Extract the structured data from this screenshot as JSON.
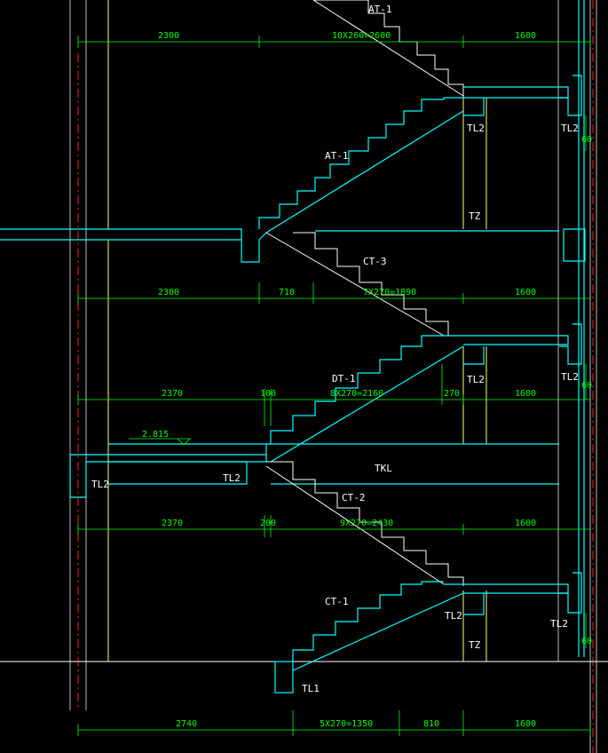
{
  "drawing": {
    "labels": {
      "at1_top": "AT-1",
      "at1_mid": "AT-1",
      "ct3": "CT-3",
      "dt1": "DT-1",
      "tkl": "TKL",
      "ct2": "CT-2",
      "ct1": "CT-1",
      "tl2_a": "TL2",
      "tl2_b": "TL2",
      "tz_a": "TZ",
      "tl2_c": "TL2",
      "tl2_d": "TL2",
      "tl2_e": "TL2",
      "tl2_f": "TL2",
      "tl2_g": "TL2",
      "tl2_h": "TL2",
      "tz_b": "TZ",
      "tl1": "TL1",
      "level": "2.815"
    },
    "dims": {
      "r1_a": "2300",
      "r1_b": "10X260=2600",
      "r1_c": "1600",
      "r2_a": "2300",
      "r2_b": "710",
      "r2_c": "7X270=1890",
      "r2_d": "1600",
      "r3_a": "2370",
      "r3_b": "100",
      "r3_c": "8X270=2160",
      "r3_d": "270",
      "r3_e": "1600",
      "r4_a": "2370",
      "r4_b": "200",
      "r4_c": "9X270=2430",
      "r4_d": "1600",
      "r5_a": "2740",
      "r5_b": "5X270=1350",
      "r5_c": "810",
      "r5_d": "1600",
      "side_1": "60",
      "side_2": "60",
      "side_3": "60"
    }
  }
}
